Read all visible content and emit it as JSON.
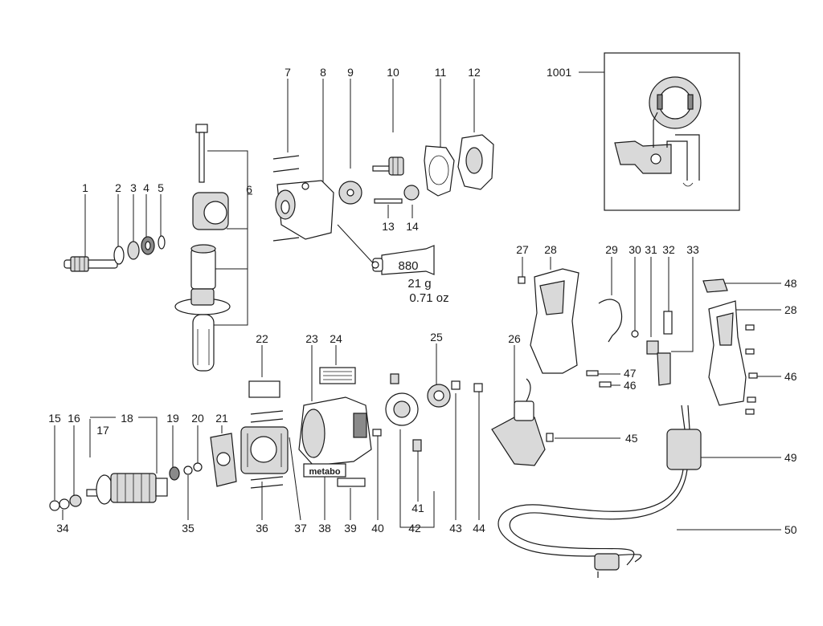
{
  "callouts": [
    "1",
    "2",
    "3",
    "4",
    "5",
    "6",
    "7",
    "8",
    "9",
    "10",
    "11",
    "12",
    "13",
    "14",
    "15",
    "16",
    "17",
    "18",
    "19",
    "20",
    "21",
    "22",
    "23",
    "24",
    "25",
    "26",
    "27",
    "28",
    "29",
    "30",
    "31",
    "32",
    "33",
    "34",
    "35",
    "36",
    "37",
    "38",
    "39",
    "40",
    "41",
    "42",
    "43",
    "44",
    "45",
    "46",
    "47",
    "48",
    "49",
    "50",
    "1001"
  ],
  "callout_28_second": "28",
  "callout_46_second": "46",
  "grease": {
    "code": "880",
    "weight": "21 g",
    "ounces": "0.71 oz"
  },
  "label_brand": "metabo"
}
